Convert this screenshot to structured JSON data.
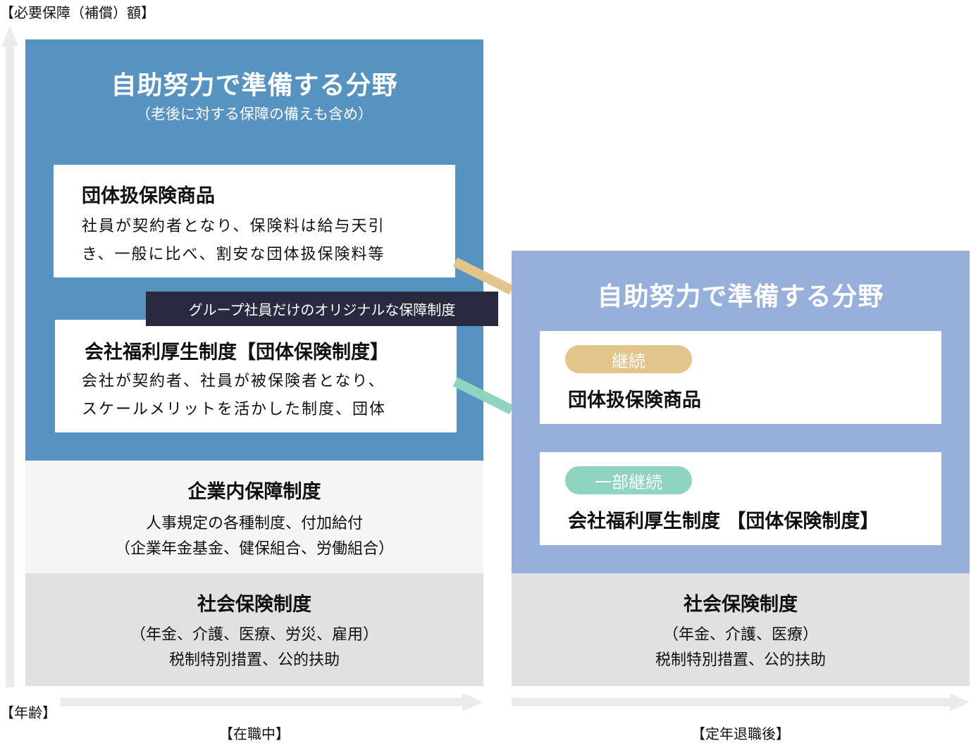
{
  "axes": {
    "y_label": "【必要保障（補償）額】",
    "x_label": "【年齢】",
    "period_employed": "【在職中】",
    "period_retired": "【定年退職後】"
  },
  "colors": {
    "self_help_employed": "#5793c1",
    "self_help_retired": "#96afdb",
    "tag_dark": "#292a40",
    "continue_tan": "#e3c48b",
    "partial_teal": "#8fd3c1",
    "band_light": "#f5f5f5",
    "band_grey": "#e1e1e1",
    "arrow_grey": "#ebebeb"
  },
  "employed": {
    "self_help": {
      "title": "自助努力で準備する分野",
      "subtitle": "（老後に対する保障の備えも含め）"
    },
    "group_products": {
      "title": "団体扱保険商品",
      "body_line1": "社員が契約者となり、保険料は給与天引",
      "body_line2": "き、一般に比べ、割安な団体扱保険料等"
    },
    "tag": "グループ社員だけのオリジナルな保障制度",
    "welfare": {
      "title": "会社福利厚生制度【団体保険制度】",
      "body_line1": "会社が契約者、社員が被保険者となり、",
      "body_line2": "スケールメリットを活かした制度、団体"
    },
    "in_company": {
      "title": "企業内保障制度",
      "body_line1": "人事規定の各種制度、付加給付",
      "body_line2": "（企業年金基金、健保組合、労働組合）"
    },
    "social_insurance": {
      "title": "社会保険制度",
      "body_line1": "（年金、介護、医療、労災、雇用）",
      "body_line2": "税制特別措置、公的扶助"
    }
  },
  "retired": {
    "self_help": {
      "title": "自助努力で準備する分野"
    },
    "group_products": {
      "badge": "継続",
      "title": "団体扱保険商品"
    },
    "welfare": {
      "badge": "一部継続",
      "title": "会社福利厚生制度 【団体保険制度】"
    },
    "social_insurance": {
      "title": "社会保険制度",
      "body_line1": "（年金、介護、医療）",
      "body_line2": "税制特別措置、公的扶助"
    }
  }
}
